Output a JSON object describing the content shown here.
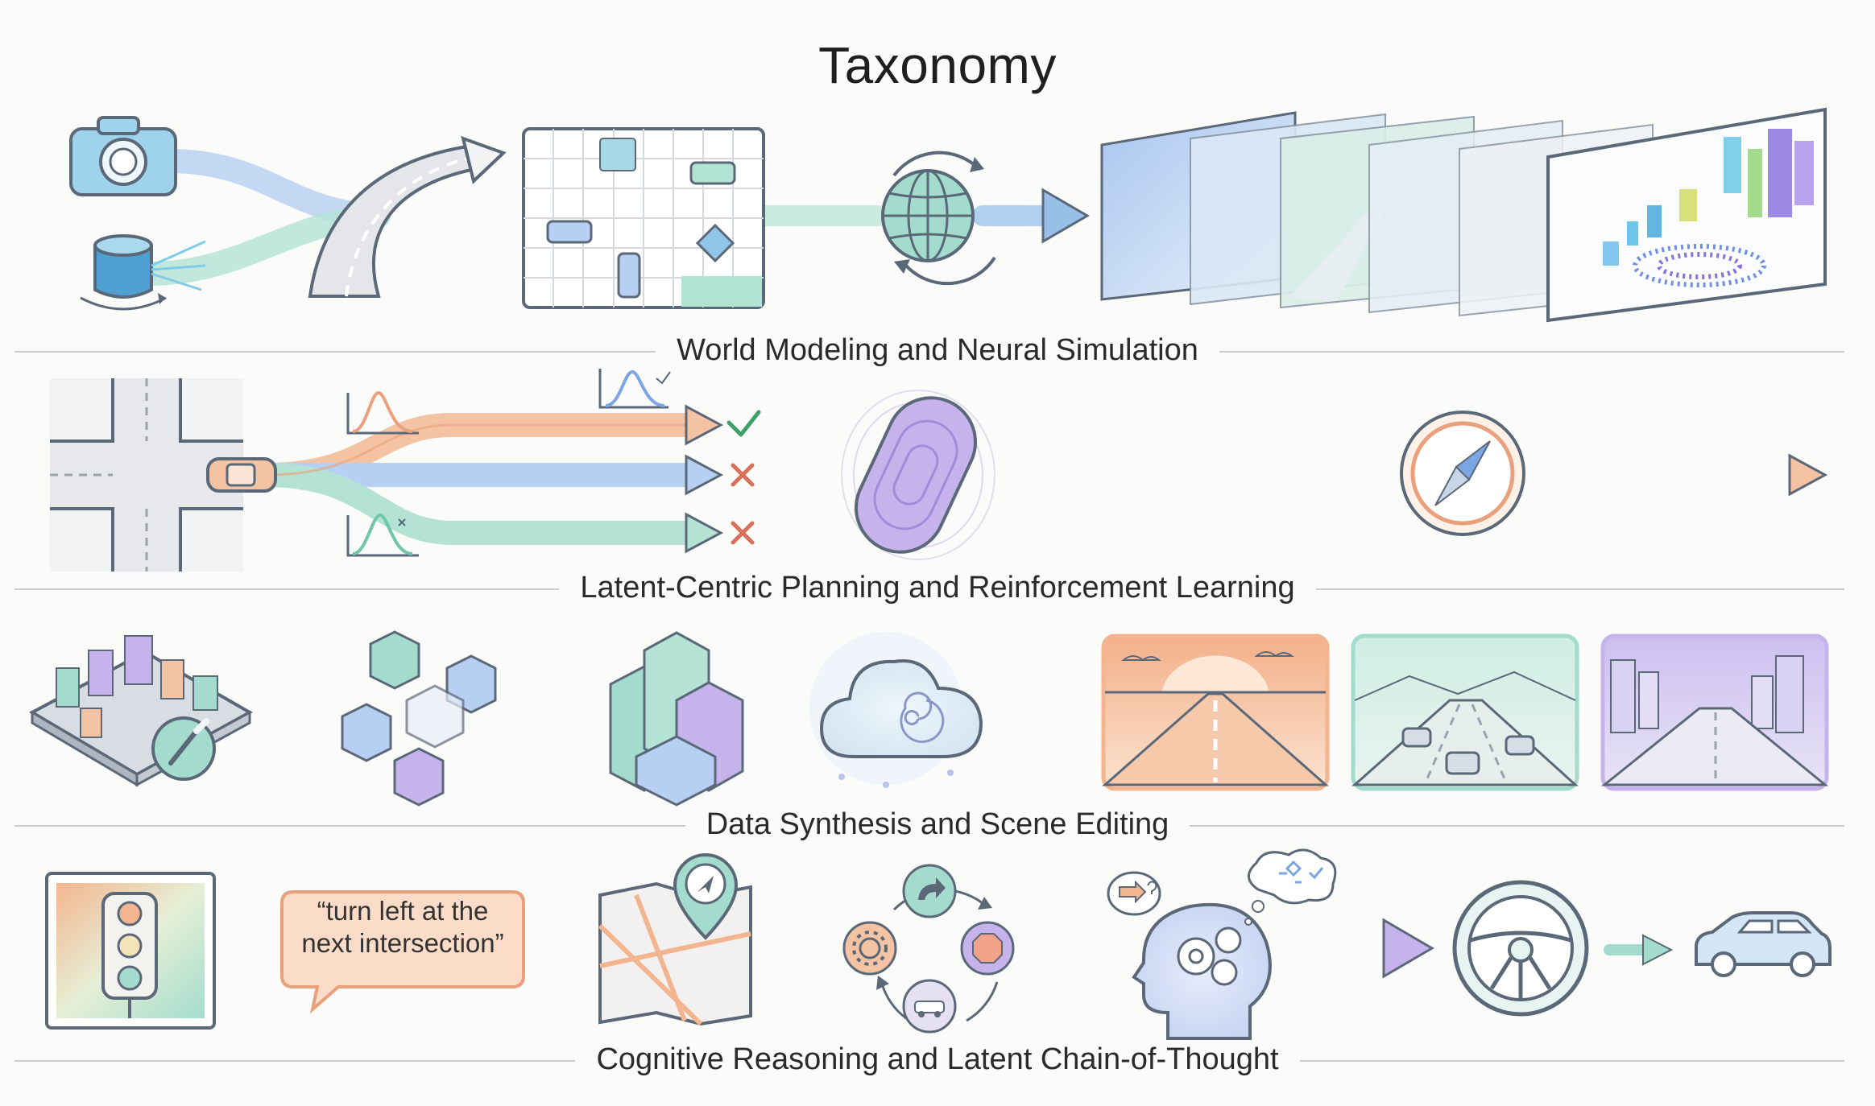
{
  "title": "Taxonomy",
  "sections": [
    {
      "label": "World Modeling and Neural Simulation"
    },
    {
      "label": "Latent-Centric Planning and Reinforcement Learning"
    },
    {
      "label": "Data Synthesis and Scene Editing"
    },
    {
      "label": "Cognitive Reasoning and Latent Chain-of-Thought"
    }
  ],
  "speech_bubble": {
    "line1": "“turn left at the",
    "line2": "next intersection”"
  },
  "colors": {
    "blue": "#a9c6ef",
    "teal": "#a3dccd",
    "orange": "#f3b58f",
    "purple": "#c6b3ec",
    "outline": "#5b6878",
    "green_check": "#3f9f6a",
    "red_cross": "#d9705c"
  }
}
